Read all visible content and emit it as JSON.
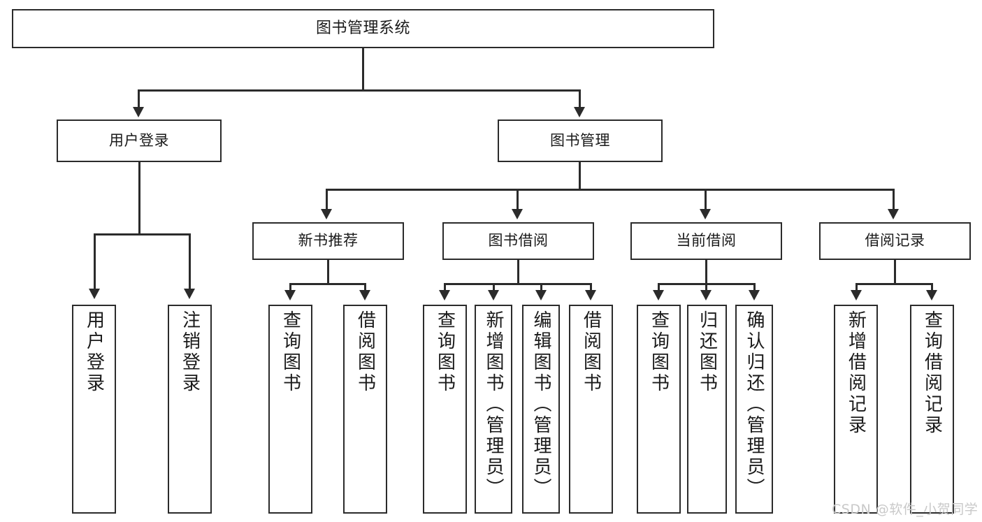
{
  "diagram": {
    "title": "图书管理系统",
    "root": {
      "id": "root",
      "label": "图书管理系统"
    },
    "level2": [
      {
        "id": "user-login",
        "label": "用户登录"
      },
      {
        "id": "book-manage",
        "label": "图书管理"
      }
    ],
    "level3": [
      {
        "id": "new-book-recommend",
        "label": "新书推荐"
      },
      {
        "id": "book-borrow",
        "label": "图书借阅"
      },
      {
        "id": "current-borrow",
        "label": "当前借阅"
      },
      {
        "id": "borrow-record",
        "label": "借阅记录"
      }
    ],
    "leaves": [
      {
        "id": "leaf-user-login",
        "label": "用户登录",
        "parent": "user-login"
      },
      {
        "id": "leaf-logout-login",
        "label": "注销登录",
        "parent": "user-login"
      },
      {
        "id": "leaf-query-book-1",
        "label": "查询图书",
        "parent": "new-book-recommend"
      },
      {
        "id": "leaf-borrow-book-1",
        "label": "借阅图书",
        "parent": "new-book-recommend"
      },
      {
        "id": "leaf-query-book-2",
        "label": "查询图书",
        "parent": "book-borrow"
      },
      {
        "id": "leaf-add-book",
        "label": "新增图书（管理员）",
        "parent": "book-borrow"
      },
      {
        "id": "leaf-edit-book",
        "label": "编辑图书（管理员）",
        "parent": "book-borrow"
      },
      {
        "id": "leaf-borrow-book-2",
        "label": "借阅图书",
        "parent": "book-borrow"
      },
      {
        "id": "leaf-query-book-3",
        "label": "查询图书",
        "parent": "current-borrow"
      },
      {
        "id": "leaf-return-book",
        "label": "归还图书",
        "parent": "current-borrow"
      },
      {
        "id": "leaf-confirm-return",
        "label": "确认归还（管理员）",
        "parent": "current-borrow"
      },
      {
        "id": "leaf-add-record",
        "label": "新增借阅记录",
        "parent": "borrow-record"
      },
      {
        "id": "leaf-query-record",
        "label": "查询借阅记录",
        "parent": "borrow-record"
      }
    ]
  },
  "watermark": {
    "text": "CSDN @软件_小贺同学"
  },
  "colors": {
    "stroke": "#2b2b2b",
    "background": "#ffffff",
    "text": "#1a1a1a",
    "watermark": "#c9c9c9"
  }
}
